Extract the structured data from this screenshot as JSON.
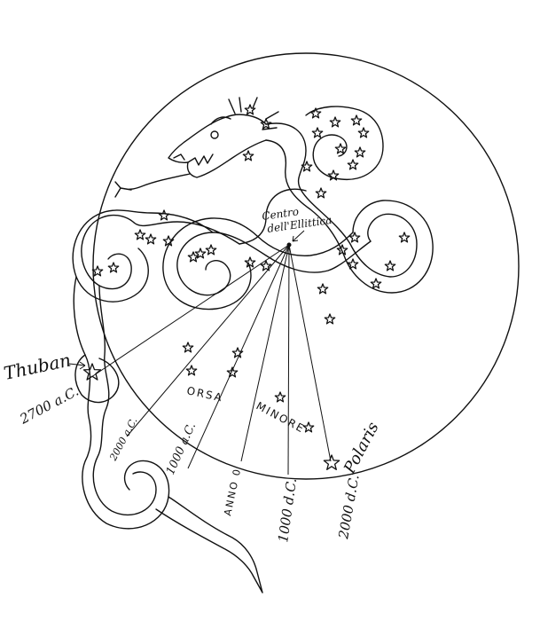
{
  "center_label": {
    "line1": "Centro",
    "line2": "dell'Ellittica"
  },
  "stars": {
    "thuban": "Thuban",
    "polaris": "Polaris"
  },
  "constellation": {
    "word1": "ORSA",
    "word2": "MINORE"
  },
  "epochs": {
    "e2700bc": "2700 a.C.",
    "e2000bc": "2000 a.C.",
    "e1000bc": "1000 a.C.",
    "year0": "ANNO 0",
    "e1000ad": "1000 d.C.",
    "e2000ad": "2000 d.C."
  }
}
